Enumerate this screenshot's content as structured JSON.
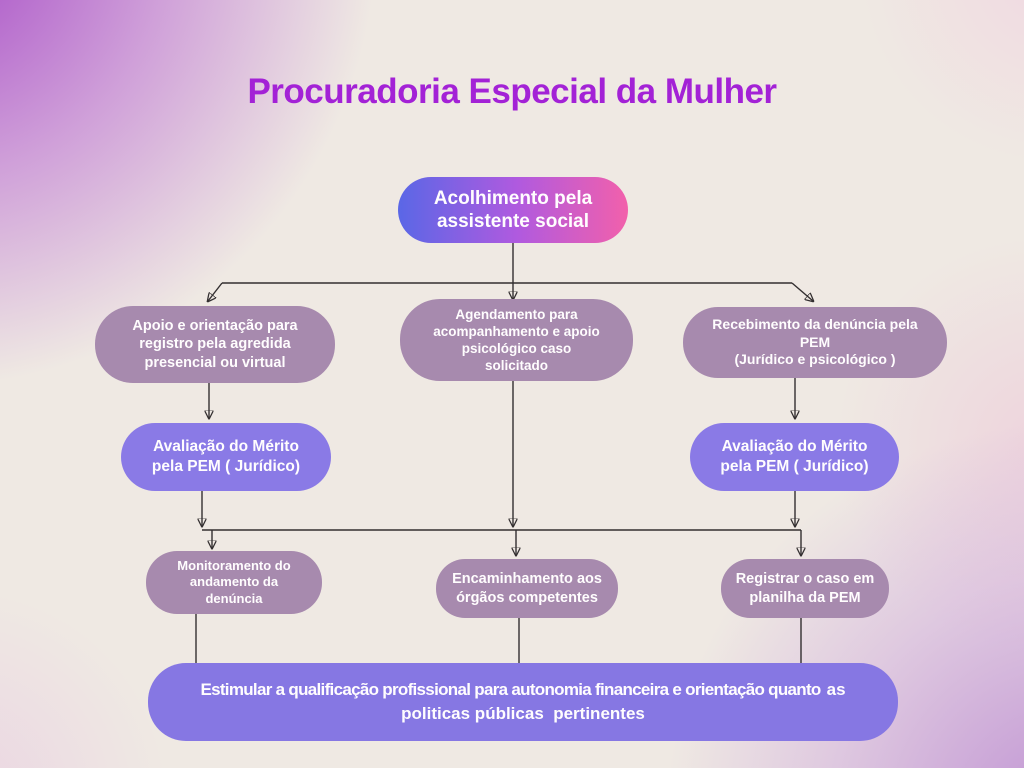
{
  "title": "Procuradoria Especial da Mulher",
  "colors": {
    "background_base": "#efe9e3",
    "title_text": "#a322d6",
    "node_text": "#fffdfe",
    "mauve_node": "#a78aae",
    "periwinkle_node": "#8a7ae6",
    "bottom_node": "#8677e3",
    "top_gradient_start": "#5a67e6",
    "top_gradient_mid": "#b05adf",
    "top_gradient_end": "#f260ab",
    "connector": "#332f30"
  },
  "nodes": {
    "acolhimento": {
      "label": "Acolhimento pela\nassistente social"
    },
    "apoio": {
      "label": "Apoio e orientação para\nregistro pela agredida\npresencial ou virtual"
    },
    "agendamento": {
      "label": "Agendamento para\nacompanhamento e apoio\npsicológico caso\nsolicitado"
    },
    "recebimento": {
      "label": "Recebimento da denúncia pela\nPEM\n(Jurídico e psicológico )"
    },
    "avaliacao_esquerda": {
      "label": "Avaliação do Mérito\npela PEM ( Jurídico)"
    },
    "avaliacao_direita": {
      "label": "Avaliação do Mérito\npela PEM ( Jurídico)"
    },
    "monitoramento": {
      "label": "Monitoramento do\nandamento da\ndenúncia"
    },
    "encaminhamento": {
      "label": "Encaminhamento aos\nórgãos competentes"
    },
    "registrar": {
      "label": "Registrar o caso em\nplanilha da PEM"
    },
    "estimular": {
      "line1_main": "Estimular a qualificação profissional para autonomia financeira e orientação quanto",
      "line1_tail": "as",
      "line2": "politicas públicas  pertinentes"
    }
  }
}
